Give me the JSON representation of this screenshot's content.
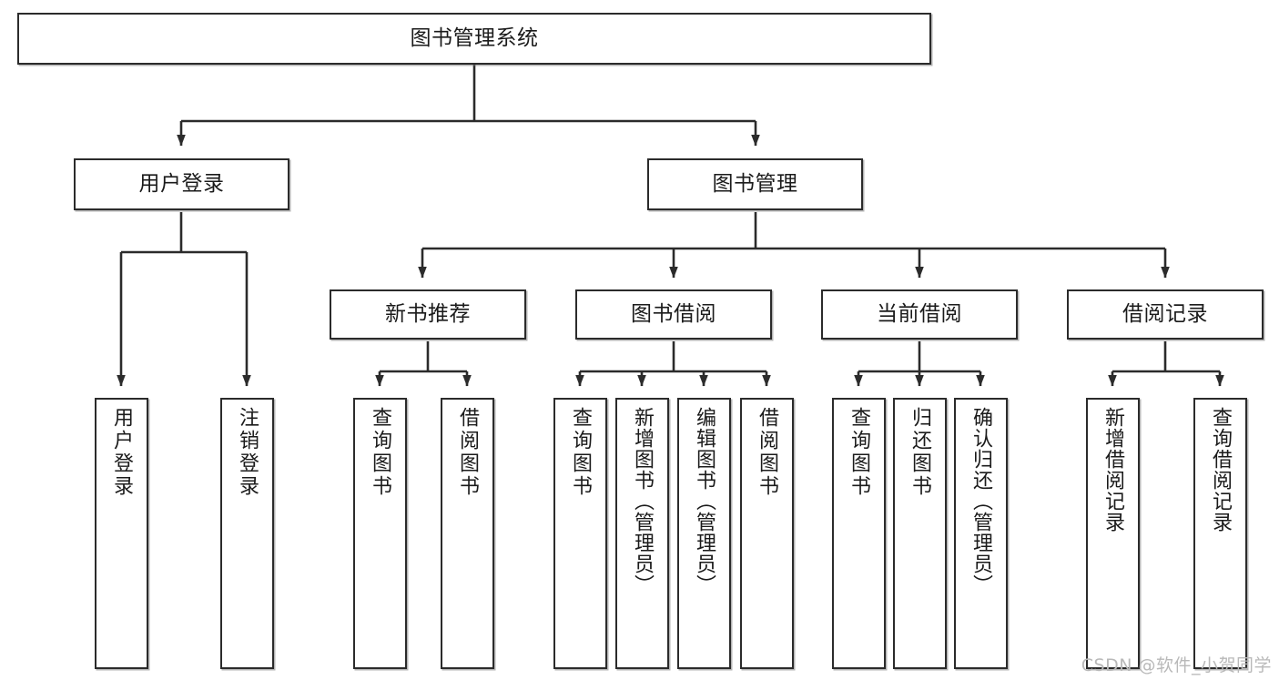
{
  "diagram": {
    "title": "图书管理系统",
    "type": "tree",
    "watermark": "CSDN @软件_小贺同学",
    "colors": {
      "border": "#2b2b2b",
      "fill": "#ffffff",
      "line": "#2b2b2b",
      "text": "#1b1b1b",
      "watermark": "#b9b9b9"
    },
    "root": {
      "label": "图书管理系统"
    },
    "branches": [
      {
        "label": "用户登录"
      },
      {
        "label": "图书管理"
      }
    ],
    "groups": [
      {
        "label": "新书推荐"
      },
      {
        "label": "图书借阅"
      },
      {
        "label": "当前借阅"
      },
      {
        "label": "借阅记录"
      }
    ],
    "leaves": [
      {
        "label": "用户登录",
        "parent": "用户登录"
      },
      {
        "label": "注销登录",
        "parent": "用户登录"
      },
      {
        "label": "查询图书",
        "parent": "新书推荐"
      },
      {
        "label": "借阅图书",
        "parent": "新书推荐"
      },
      {
        "label": "查询图书",
        "parent": "图书借阅"
      },
      {
        "label": "新增图书（管理员）",
        "parent": "图书借阅"
      },
      {
        "label": "编辑图书（管理员）",
        "parent": "图书借阅"
      },
      {
        "label": "借阅图书",
        "parent": "图书借阅"
      },
      {
        "label": "查询图书",
        "parent": "当前借阅"
      },
      {
        "label": "归还图书",
        "parent": "当前借阅"
      },
      {
        "label": "确认归还（管理员）",
        "parent": "当前借阅"
      },
      {
        "label": "新增借阅记录",
        "parent": "借阅记录"
      },
      {
        "label": "查询借阅记录",
        "parent": "借阅记录"
      }
    ]
  }
}
